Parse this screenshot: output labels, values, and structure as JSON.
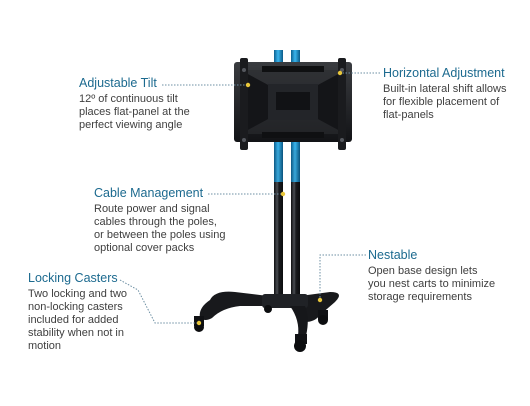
{
  "callouts": {
    "tilt": {
      "title": "Adjustable Tilt",
      "text": "12º of continuous tilt\nplaces flat-panel at the\nperfect viewing angle"
    },
    "horizontal": {
      "title": "Horizontal Adjustment",
      "text": "Built-in lateral shift allows\nfor flexible placement of\nflat-panels"
    },
    "cable": {
      "title": "Cable Management",
      "text": "Route power and signal\ncables through the poles,\nor between the poles using\noptional cover packs"
    },
    "nestable": {
      "title": "Nestable",
      "text": "Open base design lets\nyou nest carts to minimize\nstorage requirements"
    },
    "casters": {
      "title": "Locking Casters",
      "text": "Two locking and two\nnon-locking casters\nincluded for added\nstability when not in\nmotion"
    }
  },
  "colors": {
    "title": "#1c6a8f",
    "body_text": "#3f3f3f",
    "leader_dot": "#2a9fd0",
    "accent_blue": "#1f9ad6",
    "metal_dark": "#1e1f22"
  }
}
